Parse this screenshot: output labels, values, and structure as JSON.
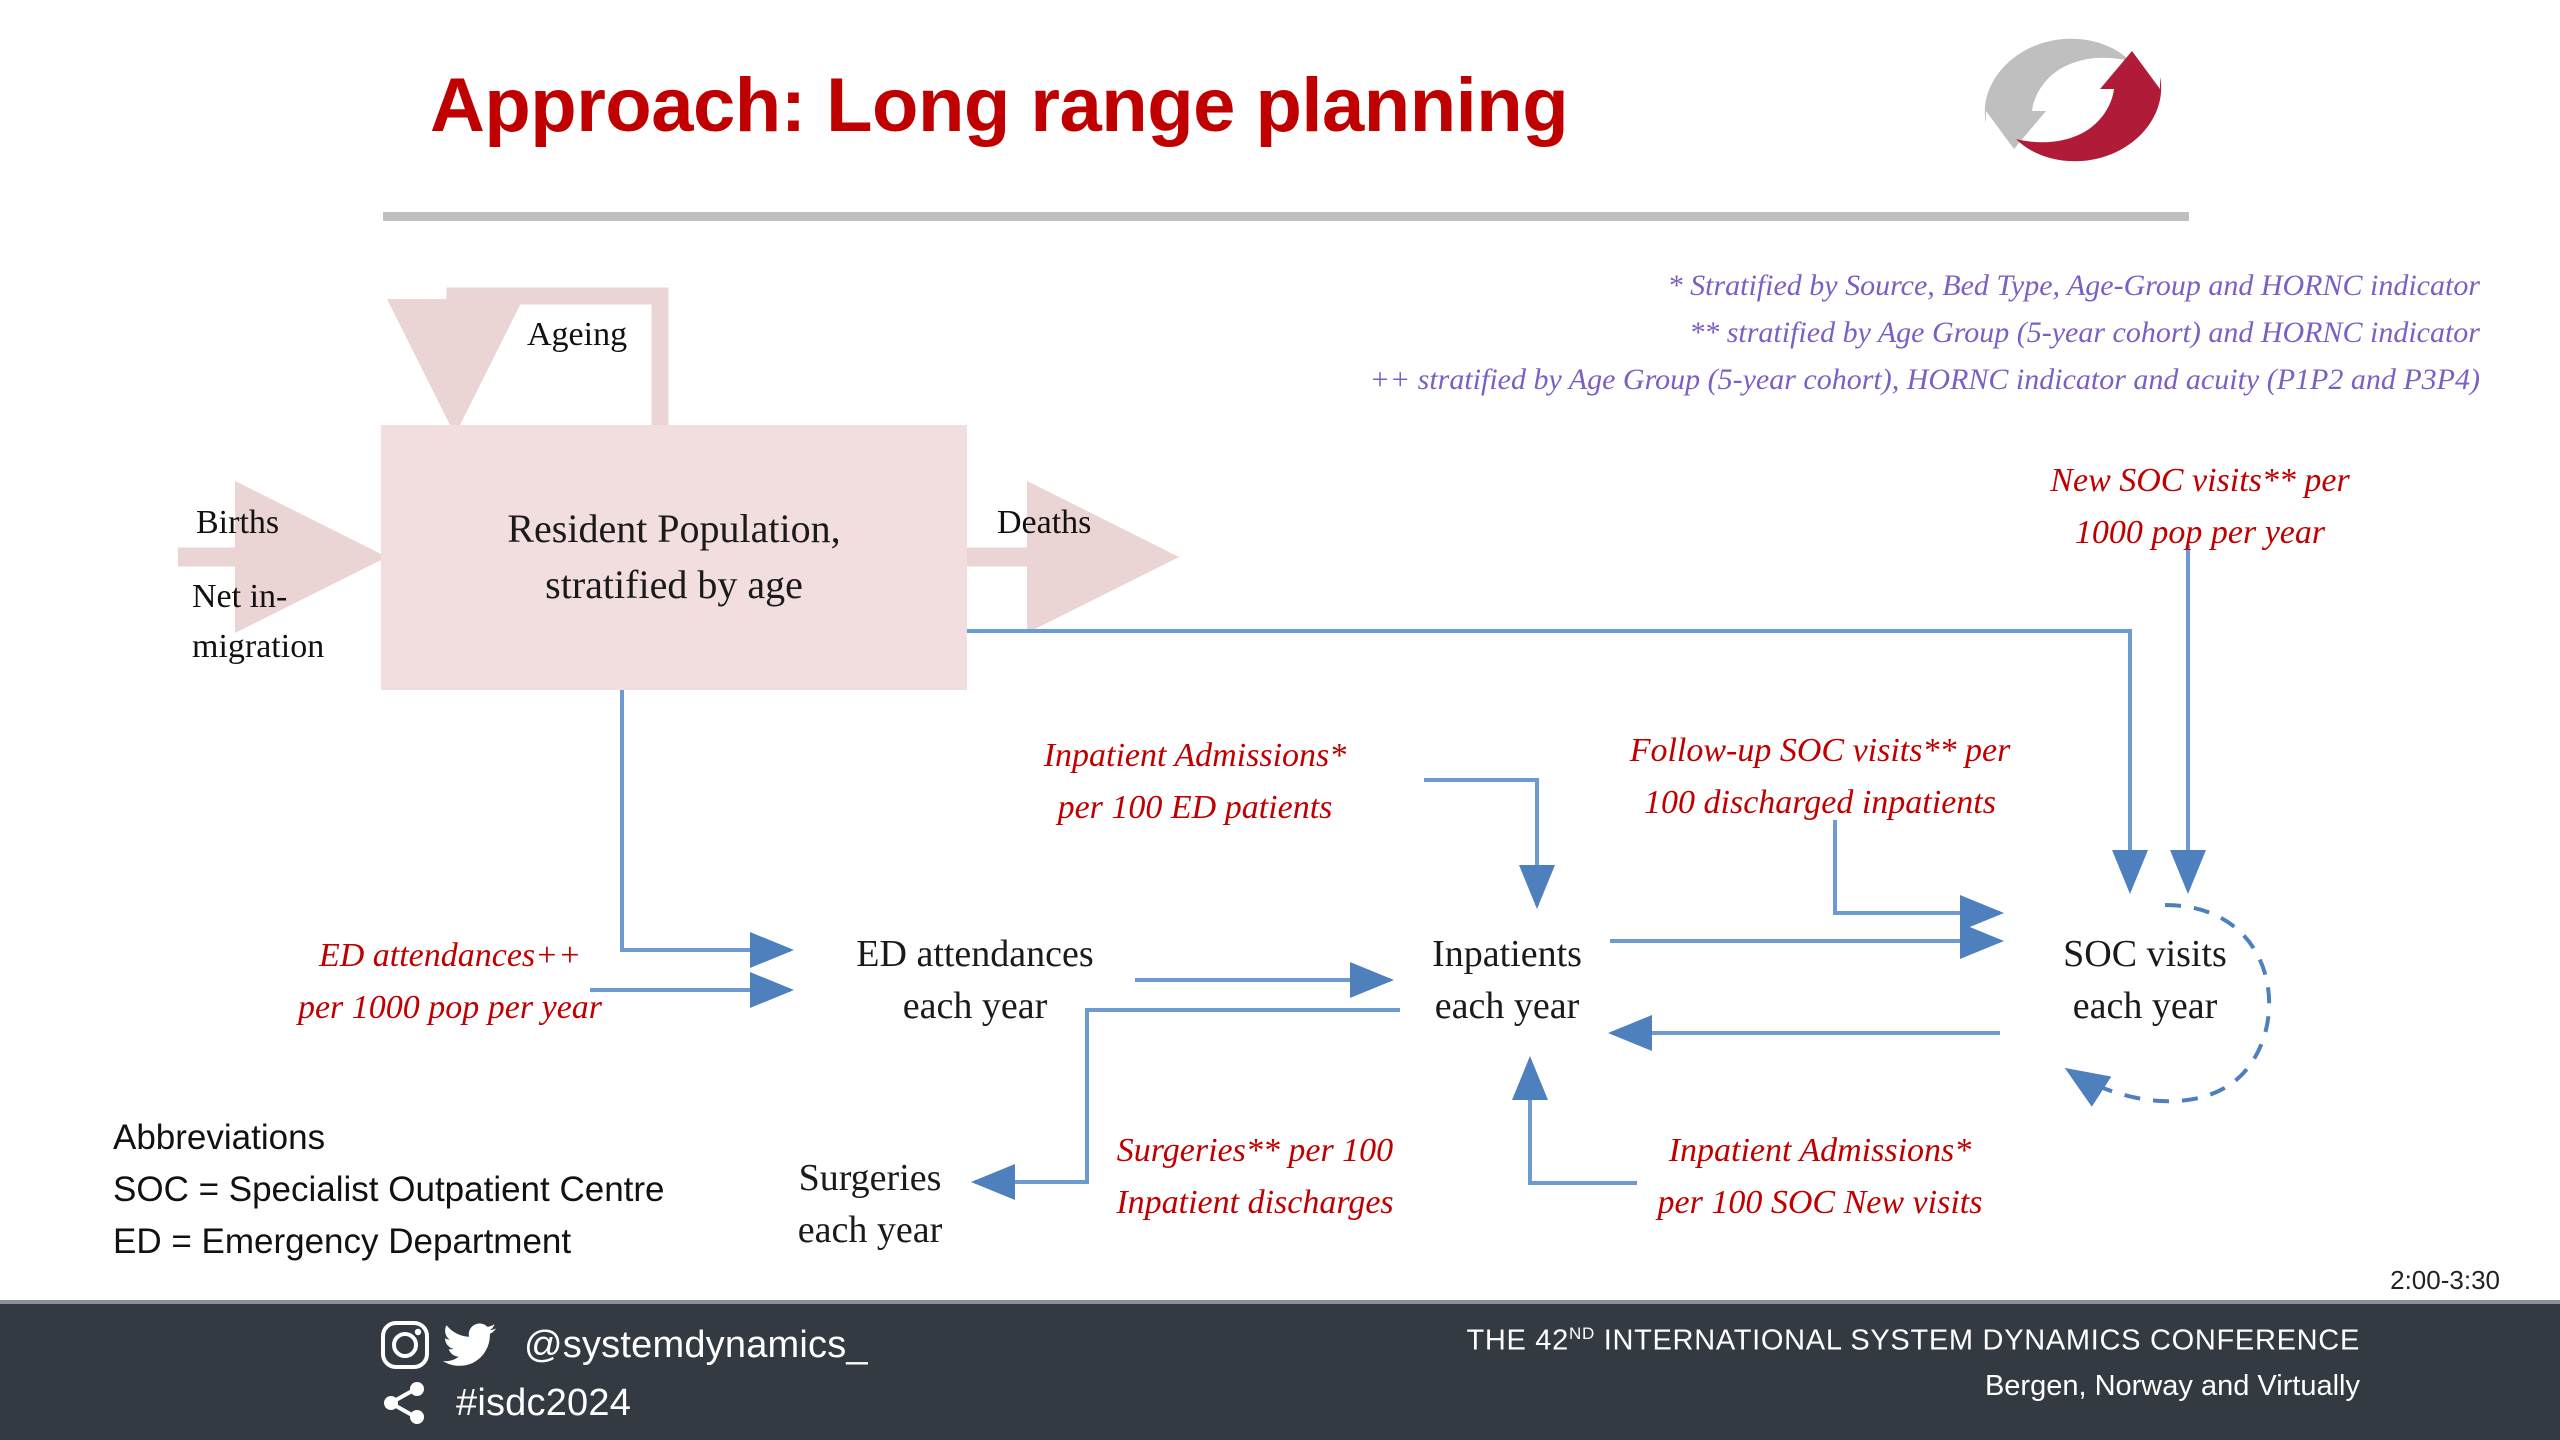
{
  "slide": {
    "title": "Approach: Long range planning",
    "title_color": "#C00000",
    "rule_color": "#BFBFBF",
    "timestamp": "2:00-3:30"
  },
  "logo": {
    "name": "system-dynamics-society-logo",
    "gray": "#BFBFBF",
    "crimson": "#B01C37"
  },
  "footnotes": {
    "color": "#7B5FC4",
    "lines": [
      "* Stratified by Source, Bed Type, Age-Group and HORNC indicator",
      "** stratified by Age Group (5-year cohort) and HORNC indicator",
      "++ stratified by Age Group (5-year cohort), HORNC indicator and acuity (P1P2 and P3P4)"
    ]
  },
  "diagram": {
    "stock_box": {
      "label": "Resident Population,\nstratified by age",
      "fill": "#F2DEDE"
    },
    "flow_labels": {
      "ageing": "Ageing",
      "births": "Births",
      "net_in_migration": "Net in-\nmigration",
      "deaths": "Deaths"
    },
    "nodes": {
      "ed_attendances": "ED attendances\neach year",
      "inpatients": "Inpatients\neach year",
      "soc_visits": "SOC visits\neach year",
      "surgeries": "Surgeries\neach year"
    },
    "rate_notes": {
      "ed_attendance_rate": "ED attendances++\nper 1000 pop per year",
      "inpatient_admissions_ed": "Inpatient Admissions*\nper 100 ED patients",
      "followup_soc": "Follow-up SOC visits** per\n100 discharged inpatients",
      "new_soc": "New SOC visits** per\n1000 pop per year",
      "surgeries_rate": "Surgeries** per 100\nInpatient discharges",
      "inpatient_admissions_soc": "Inpatient Admissions*\nper 100 SOC New visits"
    },
    "colors": {
      "connector_blue": "#5B8FC7",
      "pink_flow": "#EBD4D4",
      "note_red": "#C00000"
    }
  },
  "abbreviations": {
    "heading": "Abbreviations",
    "items": [
      "SOC = Specialist Outpatient Centre",
      "ED = Emergency Department"
    ],
    "block": "Abbreviations\nSOC = Specialist Outpatient Centre\nED = Emergency Department"
  },
  "footer": {
    "background": "#343A42",
    "social": [
      {
        "icons": [
          "instagram-icon",
          "twitter-icon"
        ],
        "handle": "@systemdynamics_"
      },
      {
        "icons": [
          "share-icon"
        ],
        "handle": "#isdc2024"
      }
    ],
    "conference_line1_pre": "THE 42",
    "conference_line1_sup": "ND",
    "conference_line1_post": " INTERNATIONAL SYSTEM DYNAMICS CONFERENCE",
    "conference_line2": "Bergen, Norway and Virtually"
  }
}
